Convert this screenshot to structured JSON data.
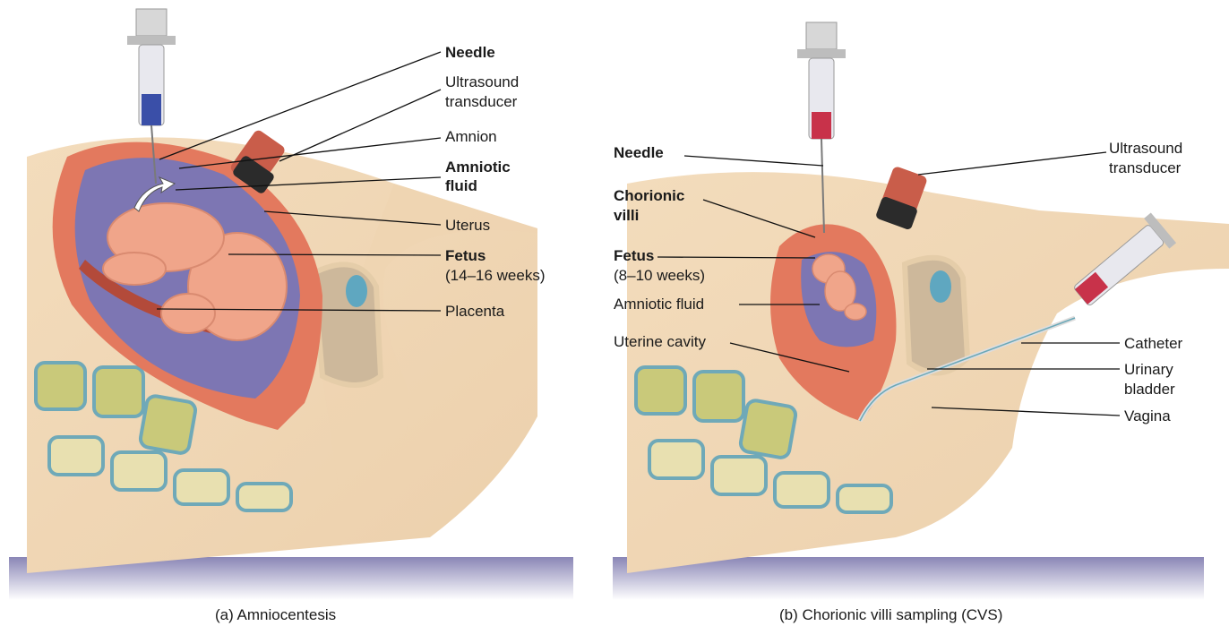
{
  "panel_a": {
    "caption": "(a) Amniocentesis",
    "labels": {
      "needle": "Needle",
      "ultrasound_1": "Ultrasound",
      "ultrasound_2": "transducer",
      "amnion": "Amnion",
      "amniotic_fluid_1": "Amniotic",
      "amniotic_fluid_2": "fluid",
      "uterus": "Uterus",
      "fetus": "Fetus",
      "fetus_age": "(14–16 weeks)",
      "placenta": "Placenta"
    },
    "colors": {
      "syringe_fluid": "#3a4fa8",
      "amniotic": "#7d76b3"
    }
  },
  "panel_b": {
    "caption": "(b) Chorionic villi sampling (CVS)",
    "labels": {
      "needle": "Needle",
      "ultrasound_1": "Ultrasound",
      "ultrasound_2": "transducer",
      "chorionic_1": "Chorionic",
      "chorionic_2": "villi",
      "fetus": "Fetus",
      "fetus_age": "(8–10 weeks)",
      "amniotic_fluid": "Amniotic fluid",
      "uterine_cavity": "Uterine cavity",
      "catheter": "Catheter",
      "bladder_1": "Urinary",
      "bladder_2": "bladder",
      "vagina": "Vagina"
    },
    "colors": {
      "syringe_fluid": "#c8324a",
      "amniotic": "#7d76b3"
    }
  }
}
